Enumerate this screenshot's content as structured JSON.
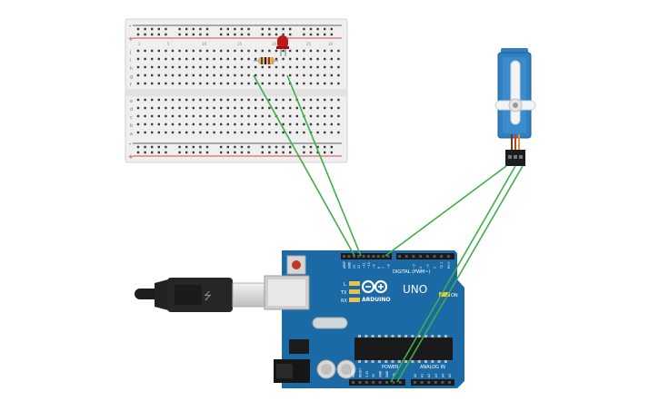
{
  "breadboard": {
    "row_letters_top": [
      "j",
      "i",
      "h",
      "g",
      "f"
    ],
    "row_letters_bottom": [
      "e",
      "d",
      "c",
      "b",
      "a"
    ],
    "column_numbers": [
      "1",
      "5",
      "10",
      "15",
      "20",
      "25",
      "30"
    ],
    "rail_plus": "+",
    "rail_minus": "-"
  },
  "arduino": {
    "logo_text": "ARDUINO",
    "model": "UNO",
    "digital_label": "DIGITAL (PWM~)",
    "power_label": "POWER",
    "analog_label": "ANALOG IN",
    "led_labels": [
      "L",
      "TX",
      "RX"
    ],
    "on_label": "ON",
    "top_header_pins": [
      "AREF",
      "GND",
      "13",
      "12",
      "~11",
      "~10",
      "~9",
      "8",
      "7",
      "~6",
      "~5",
      "4",
      "~3",
      "2",
      "TX 1",
      "RX 0"
    ],
    "power_pins": [
      "IOREF",
      "RESET",
      "3.3V",
      "5V",
      "GND",
      "GND",
      "Vin"
    ],
    "analog_pins": [
      "A0",
      "A1",
      "A2",
      "A3",
      "A4",
      "A5"
    ]
  },
  "colors": {
    "wire": "#3fae49",
    "board": "#1b6aa5",
    "board_dark": "#12558a",
    "breadboard": "#f0f0f0",
    "servo": "#2f7fc1",
    "led": "#c0171a"
  }
}
